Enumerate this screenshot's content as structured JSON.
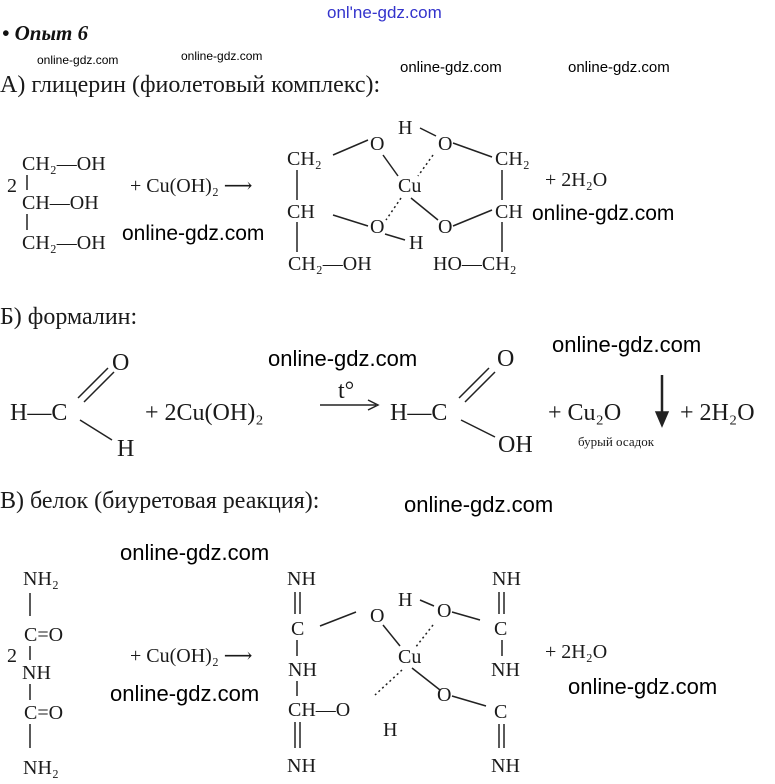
{
  "watermark": "online-gdz.com",
  "header_watermark": "onl'ne-gdz.com",
  "title": "• Опыт 6",
  "section_a": {
    "label": "А) глицерин (фиолетовый комплекс):",
    "reactant_rows": [
      "CH₂—OH",
      "CH—OH",
      "CH₂—OH"
    ],
    "coef": "2",
    "reagent": "+ Cu(OH)₂ ⟶",
    "complex": {
      "ch2_left": "CH₂",
      "ch_left": "CH",
      "bottom_left": "CH₂—OH",
      "ch2_right": "CH₂",
      "ch_right": "CH",
      "bottom_right": "HO—CH₂",
      "o": "O",
      "h": "H",
      "cu": "Cu"
    },
    "product": "+ 2H₂O"
  },
  "section_b": {
    "label": "Б) формалин:",
    "hc": "H—C",
    "o": "O",
    "h": "H",
    "oh": "OH",
    "reagent": "+ 2Cu(OH)₂",
    "condition": "t°",
    "cu2o": "+ Cu₂O",
    "water": "+ 2H₂O",
    "note": "бурый осадок"
  },
  "section_c": {
    "label": "В) белок (биуретовая реакция):",
    "nh2": "NH₂",
    "co": "C=O",
    "nh": "NH",
    "c": "C",
    "ch_o": "CH—O",
    "coef": "2",
    "reagent": "+ Cu(OH)₂ ⟶",
    "o": "O",
    "h": "H",
    "cu": "Cu",
    "product": "+ 2H₂O"
  }
}
